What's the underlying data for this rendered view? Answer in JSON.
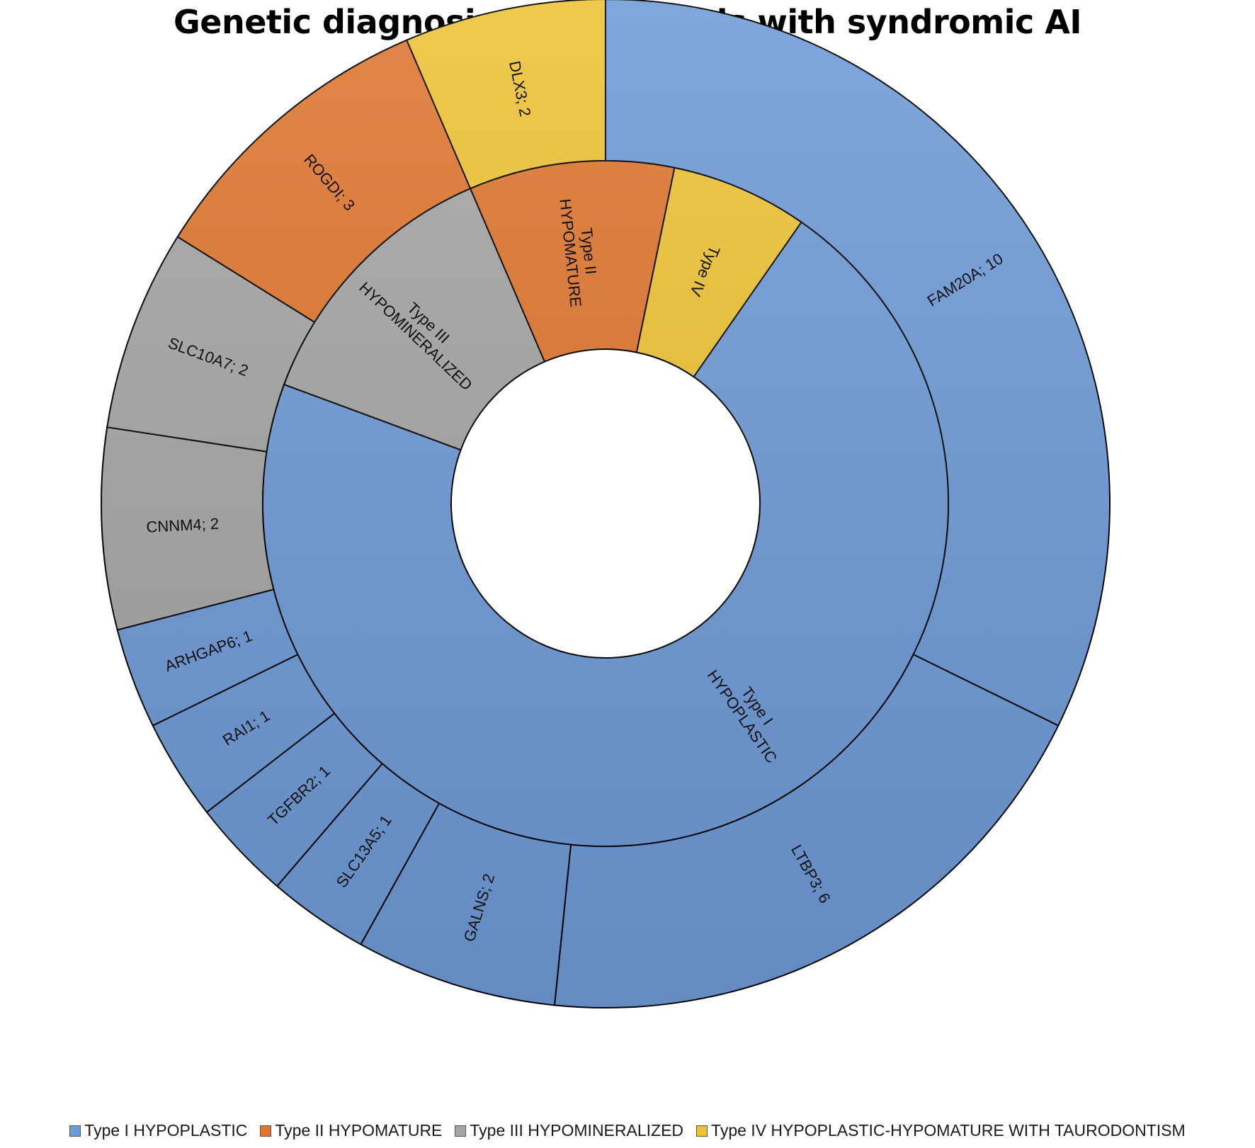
{
  "chart_data": {
    "type": "sunburst",
    "title": "Genetic diagnosis in individuals with syndromic AI",
    "inner_ring": [
      {
        "label_lines": [
          "Type I",
          "HYPOPLASTIC"
        ],
        "value": 25,
        "color": "#6f9bd7"
      },
      {
        "label_lines": [
          "Type III",
          "HYPOMINERALIZED"
        ],
        "value": 4,
        "color": "#a5a5a5"
      },
      {
        "label_lines": [
          "Type II",
          "HYPOMATURE"
        ],
        "value": 3,
        "color": "#de7630"
      },
      {
        "label_lines": [
          "Type IV"
        ],
        "value": 2,
        "color": "#edc235"
      }
    ],
    "outer_ring": [
      {
        "label": "FAM20A; 10",
        "gene": "FAM20A",
        "value": 10,
        "group": "Type I HYPOPLASTIC",
        "color": "#6f9bd7"
      },
      {
        "label": "LTBP3; 6",
        "gene": "LTBP3",
        "value": 6,
        "group": "Type I HYPOPLASTIC",
        "color": "#6f9bd7"
      },
      {
        "label": "GALNS; 2",
        "gene": "GALNS",
        "value": 2,
        "group": "Type I HYPOPLASTIC",
        "color": "#6f9bd7"
      },
      {
        "label": "SLC13A5; 1",
        "gene": "SLC13A5",
        "value": 1,
        "group": "Type I HYPOPLASTIC",
        "color": "#6f9bd7"
      },
      {
        "label": "TGFBR2; 1",
        "gene": "TGFBR2",
        "value": 1,
        "group": "Type I HYPOPLASTIC",
        "color": "#6f9bd7"
      },
      {
        "label": "RAI1; 1",
        "gene": "RAI1",
        "value": 1,
        "group": "Type I HYPOPLASTIC",
        "color": "#6f9bd7"
      },
      {
        "label": "ARHGAP6; 1",
        "gene": "ARHGAP6",
        "value": 1,
        "group": "Type I HYPOPLASTIC",
        "color": "#6f9bd7"
      },
      {
        "label": "CNNM4; 2",
        "gene": "CNNM4",
        "value": 2,
        "group": "Type III HYPOMINERALIZED",
        "color": "#a5a5a5"
      },
      {
        "label": "SLC10A7; 2",
        "gene": "SLC10A7",
        "value": 2,
        "group": "Type III HYPOMINERALIZED",
        "color": "#a5a5a5"
      },
      {
        "label": "ROGDI; 3",
        "gene": "ROGDI",
        "value": 3,
        "group": "Type II HYPOMATURE",
        "color": "#de7630"
      },
      {
        "label": "DLX3; 2",
        "gene": "DLX3",
        "value": 2,
        "group": "Type IV HYPOPLASTIC-HYPOMATURE WITH TAURODONTISM",
        "color": "#edc235"
      }
    ],
    "legend": [
      {
        "label": "Type I HYPOPLASTIC",
        "color": "#6f9bd7"
      },
      {
        "label": "Type II HYPOMATURE",
        "color": "#de7630"
      },
      {
        "label": "Type III HYPOMINERALIZED",
        "color": "#a5a5a5"
      },
      {
        "label": "Type IV HYPOPLASTIC-HYPOMATURE WITH TAURODONTISM",
        "color": "#edc235"
      }
    ],
    "legend_position": "bottom"
  }
}
